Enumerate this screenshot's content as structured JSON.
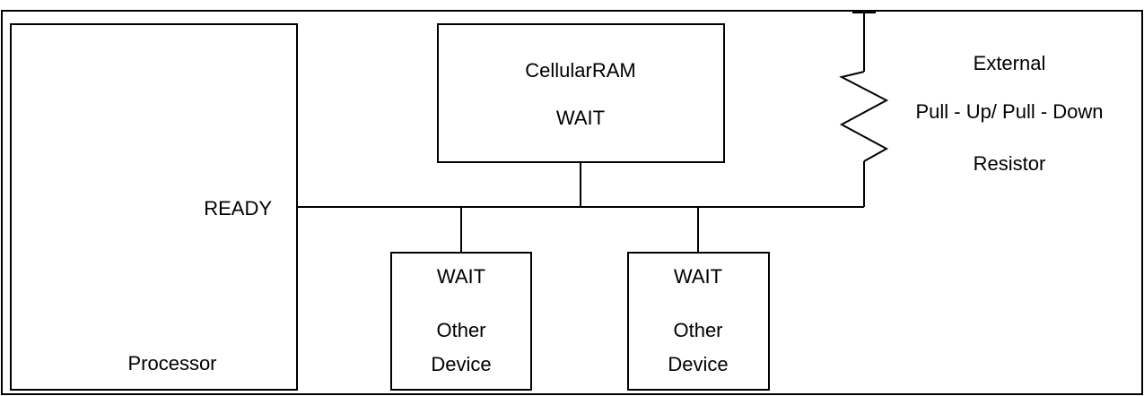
{
  "labels": {
    "processor": "Processor",
    "ready": "READY",
    "cellularram": "CellularRAM",
    "cellularram_wait": "WAIT",
    "device1_wait": "WAIT",
    "device1_line1": "Other",
    "device1_line2": "Device",
    "device2_wait": "WAIT",
    "device2_line1": "Other",
    "device2_line2": "Device",
    "resistor_line1": "External",
    "resistor_line2": "Pull - Up/ Pull - Down",
    "resistor_line3": "Resistor"
  }
}
